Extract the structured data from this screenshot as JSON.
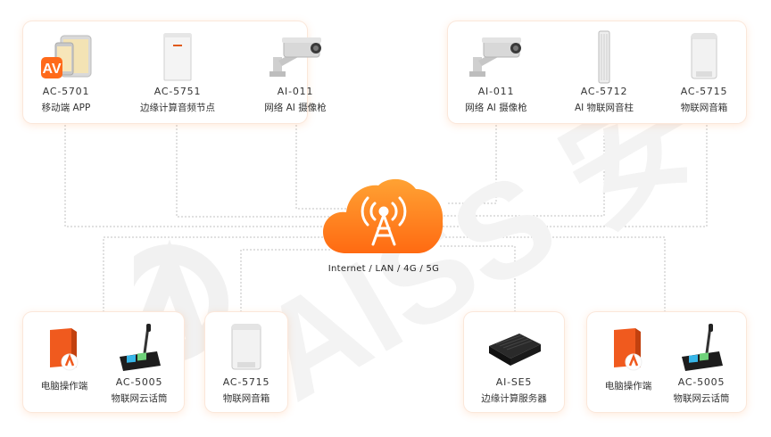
{
  "network": {
    "label": "Internet / LAN / 4G / 5G"
  },
  "top_left": [
    {
      "model": "AC-5701",
      "desc": "移动端 APP",
      "icon": "tablet-app-icon"
    },
    {
      "model": "AC-5751",
      "desc": "边缘计算音频节点",
      "icon": "audio-node-icon"
    },
    {
      "model": "AI-011",
      "desc": "网络 AI 摄像枪",
      "icon": "camera-icon"
    }
  ],
  "top_right": [
    {
      "model": "AI-011",
      "desc": "网络 AI 摄像枪",
      "icon": "camera-icon"
    },
    {
      "model": "AC-5712",
      "desc": "AI 物联网音柱",
      "icon": "column-speaker-icon"
    },
    {
      "model": "AC-5715",
      "desc": "物联网音箱",
      "icon": "speaker-icon"
    }
  ],
  "bottom_left": [
    {
      "model": "",
      "desc": "电脑操作端",
      "icon": "software-box-icon"
    },
    {
      "model": "AC-5005",
      "desc": "物联网云话筒",
      "icon": "microphone-icon"
    },
    {
      "model": "AC-5715",
      "desc": "物联网音箱",
      "icon": "speaker-icon"
    }
  ],
  "bottom_right": [
    {
      "model": "AI-SE5",
      "desc": "边缘计算服务器",
      "icon": "server-icon"
    },
    {
      "model": "",
      "desc": "电脑操作端",
      "icon": "software-box-icon"
    },
    {
      "model": "AC-5005",
      "desc": "物联网云话筒",
      "icon": "microphone-icon"
    }
  ],
  "watermark_text": "AISS 安思柏",
  "colors": {
    "accent": "#ff7a1a",
    "line": "#bdbdbd"
  }
}
